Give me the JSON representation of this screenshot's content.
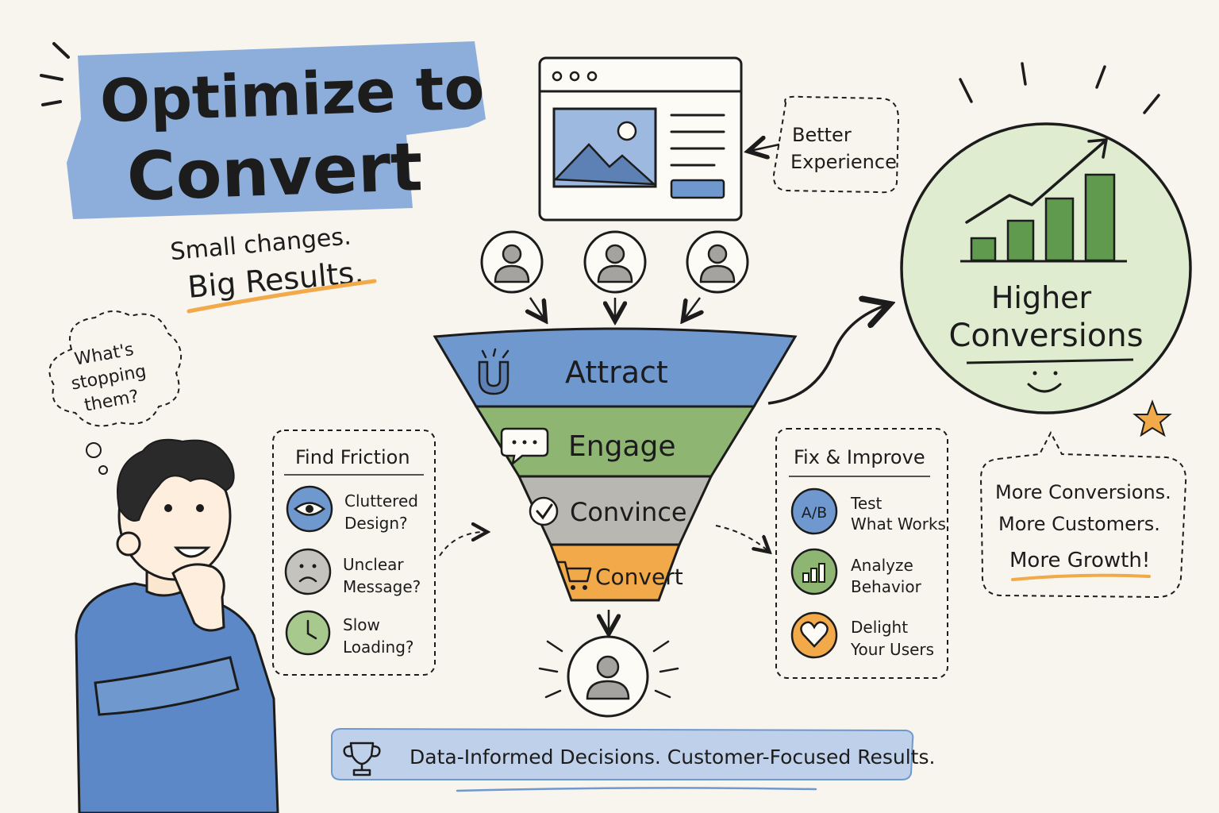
{
  "title": {
    "line1": "Optimize to",
    "line2": "Convert"
  },
  "tagline": {
    "line1": "Small changes.",
    "line2": "Big Results."
  },
  "thought": {
    "line1": "What's",
    "line2": "stopping",
    "line3": "them?"
  },
  "browser_callout": {
    "line1": "Better",
    "line2": "Experience"
  },
  "funnel": {
    "stages": [
      {
        "label": "Attract",
        "color": "#6f98cf",
        "icon": "magnet-icon"
      },
      {
        "label": "Engage",
        "color": "#8fb573",
        "icon": "chat-bubble-icon"
      },
      {
        "label": "Convince",
        "color": "#b8b7b2",
        "icon": "check-circle-icon"
      },
      {
        "label": "Convert",
        "color": "#f2a94a",
        "icon": "cart-icon"
      }
    ]
  },
  "find_friction": {
    "title": "Find Friction",
    "items": [
      {
        "line1": "Cluttered",
        "line2": "Design?",
        "icon": "eye-icon",
        "color": "#6f98cf"
      },
      {
        "line1": "Unclear",
        "line2": "Message?",
        "icon": "sad-face-icon",
        "color": "#c4c3bd"
      },
      {
        "line1": "Slow",
        "line2": "Loading?",
        "icon": "clock-icon",
        "color": "#a8c98d"
      }
    ]
  },
  "fix_improve": {
    "title": "Fix & Improve",
    "items": [
      {
        "badge": "A/B",
        "line1": "Test",
        "line2": "What Works",
        "icon": "ab-test-icon",
        "color": "#6f98cf"
      },
      {
        "line1": "Analyze",
        "line2": "Behavior",
        "icon": "bar-chart-icon",
        "color": "#8fb573"
      },
      {
        "line1": "Delight",
        "line2": "Your Users",
        "icon": "heart-icon",
        "color": "#f2a94a"
      }
    ]
  },
  "result": {
    "line1": "Higher",
    "line2": "Conversions",
    "color": "#dfeccf"
  },
  "outcomes": {
    "line1": "More Conversions.",
    "line2": "More Customers.",
    "line3": "More Growth!"
  },
  "banner": {
    "text": "Data-Informed Decisions. Customer-Focused Results.",
    "icon": "trophy-icon"
  },
  "colors": {
    "blue": "#6f98cf",
    "green": "#5f9a4f",
    "orange": "#f2a94a",
    "ink": "#1c1c1c"
  }
}
